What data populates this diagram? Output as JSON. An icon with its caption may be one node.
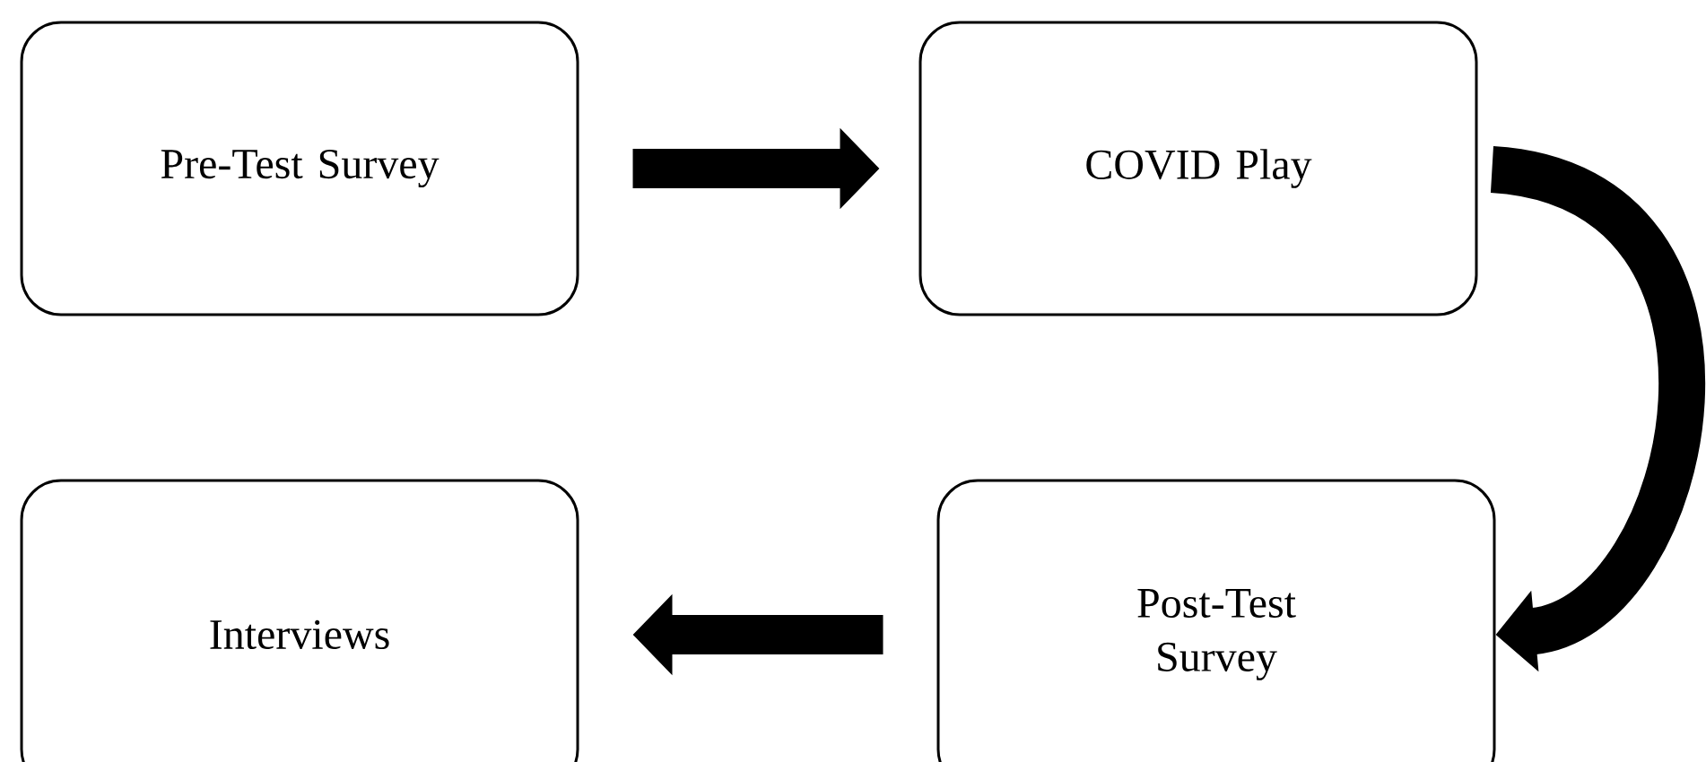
{
  "diagram": {
    "nodes": [
      {
        "text": [
          "Pre-Test Survey"
        ]
      },
      {
        "text": [
          "COVID Play"
        ]
      },
      {
        "text": [
          "Interviews"
        ]
      },
      {
        "text": [
          "Post-Test Survey"
        ]
      }
    ],
    "edges": [
      {
        "from": 0,
        "to": 1,
        "arrow": "to"
      },
      {
        "from": 1,
        "to": 3,
        "arrow": "to"
      },
      {
        "from": 3,
        "to": 2,
        "arrow": "to"
      }
    ]
  }
}
